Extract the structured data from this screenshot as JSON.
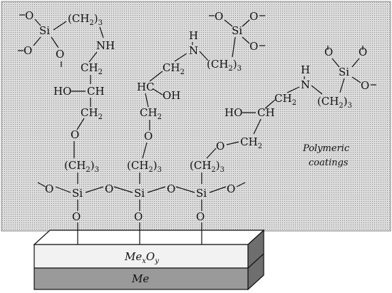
{
  "coating_label": {
    "line1": "Polymeric",
    "line2": "coatings"
  },
  "substrate": {
    "oxide_label": "Me",
    "oxide_sub_x": "x",
    "oxide_o": "O",
    "oxide_sub_y": "y",
    "metal_label": "Me"
  },
  "labels": {
    "si": "Si",
    "o": "O",
    "nh": "NH",
    "h": "H",
    "n": "N",
    "ho": "HO",
    "oh": "OH",
    "hc": "HC",
    "ch": "CH",
    "ch2_open": "(CH",
    "ch2_close": ")",
    "two": "2",
    "three": "3",
    "ch2": "CH",
    "ch2_left": "CH"
  },
  "colors": {
    "coating_fill": "#d6d6d6",
    "oxide_fill": "#f2f2f2",
    "metal_fill": "#9a9a9a",
    "side_fill": "#6e6e6e"
  }
}
